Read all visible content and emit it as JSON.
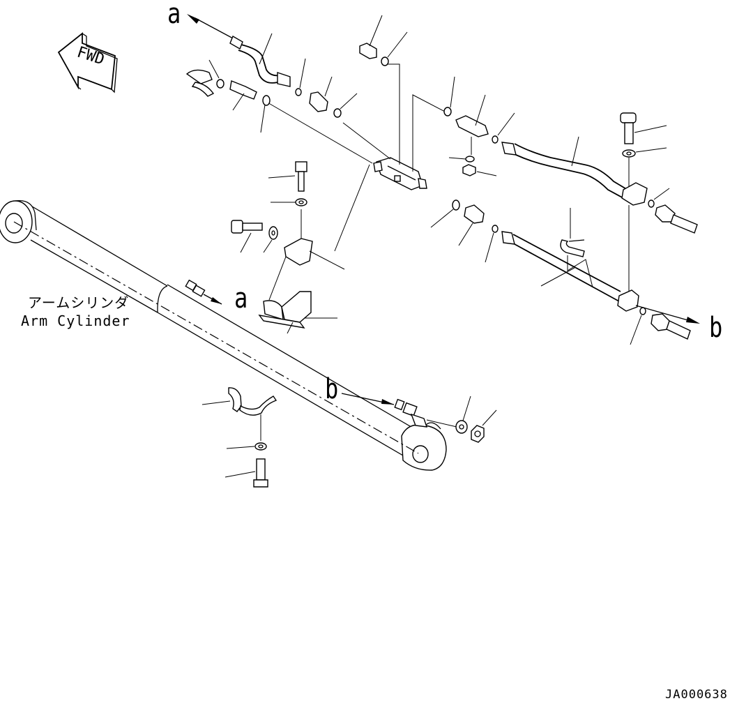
{
  "diagram": {
    "callouts": {
      "a_top": "a",
      "a_cyl": "a",
      "b_cyl": "b",
      "b_right": "b"
    },
    "direction_badge": "FWD",
    "cylinder_label_jp": "アームシリンダ",
    "cylinder_label_en": "Arm Cylinder",
    "drawing_code": "JA000638"
  }
}
